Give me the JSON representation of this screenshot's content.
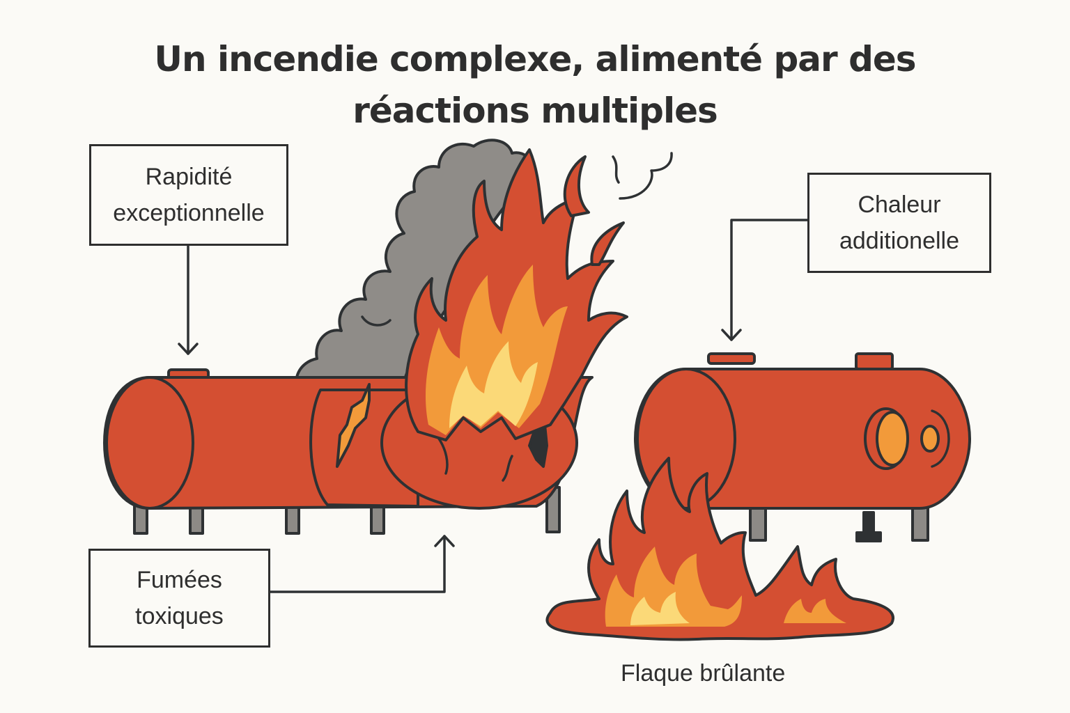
{
  "title": {
    "line1": "Un incendie complexe, alimenté par des",
    "line2": "réactions multiples"
  },
  "labels": {
    "rapidite": {
      "line1": "Rapidité",
      "line2": "exceptionnelle"
    },
    "chaleur": {
      "line1": "Chaleur",
      "line2": "additionelle"
    },
    "fumees": {
      "line1": "Fumées",
      "line2": "toxiques"
    },
    "flaque": "Flaque brûlante"
  },
  "colors": {
    "background": "#fbfaf6",
    "tank_red": "#d44f32",
    "outline": "#2e3133",
    "smoke_gray": "#8f8c88",
    "flame_orange": "#f29a3a",
    "flame_yellow": "#fbd978",
    "leg_gray": "#8d8a86"
  }
}
